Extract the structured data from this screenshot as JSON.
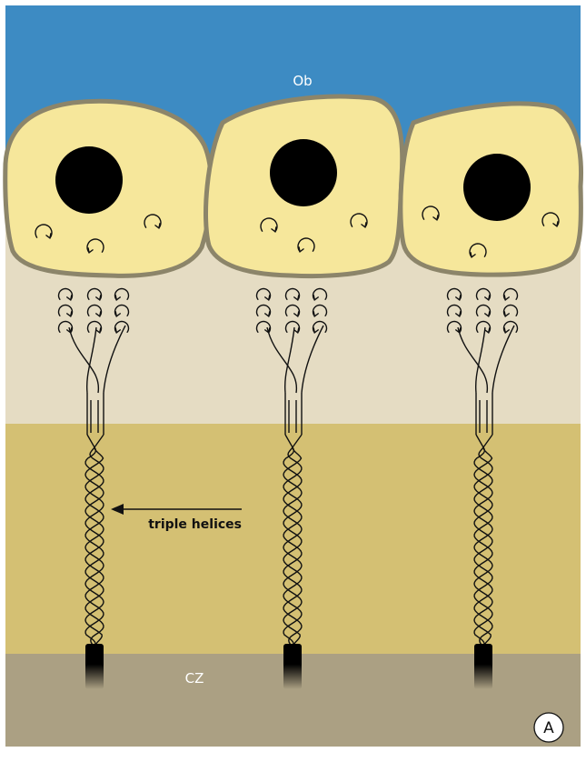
{
  "labels": {
    "top": "Ob",
    "bottom": "CZ",
    "arrow": "triple helices",
    "panel": "A"
  },
  "colors": {
    "ob_blue": "#3d8bc3",
    "osteoid_light": "#e5dcc3",
    "matrix_tan": "#d4c073",
    "cz_gray": "#aba083",
    "cell_fill": "#f6e79b",
    "cell_outline": "#8c856a",
    "nucleus": "#000000",
    "line": "#111111"
  },
  "icons": {
    "secretion": "curl-arrow-icon",
    "panel": "circle-letter-icon"
  }
}
